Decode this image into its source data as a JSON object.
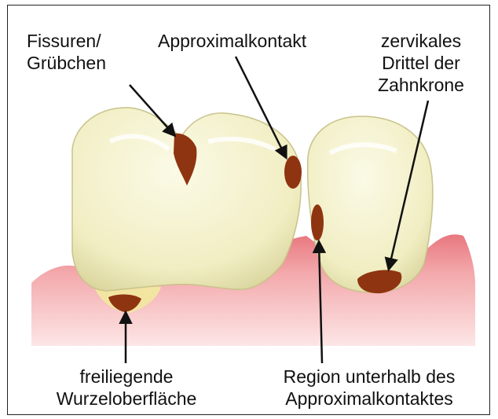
{
  "labels": {
    "fissures": [
      "Fissuren/",
      "Grübchen"
    ],
    "approximal_contact": [
      "Approximalkontakt"
    ],
    "cervical_third": [
      "zervikales",
      "Drittel der",
      "Zahnkrone"
    ],
    "root_surface": [
      "freiliegende",
      "Wurzeloberfläche"
    ],
    "below_contact": [
      "Region unterhalb des",
      "Approximalkontaktes"
    ]
  },
  "colors": {
    "tooth": "#f4f1c7",
    "gum": "#f0a3a6",
    "lesion": "#8f3410",
    "root": "#f3e6a8",
    "arrow": "#111111"
  }
}
